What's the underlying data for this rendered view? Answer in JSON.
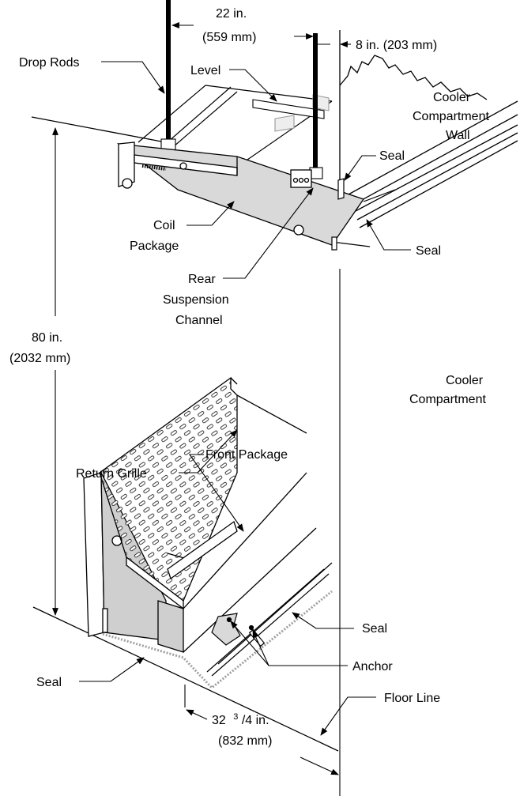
{
  "labels": {
    "drop_rods": "Drop Rods",
    "rod_spacing_in": "22 in.",
    "rod_spacing_mm": "(559 mm)",
    "wall_offset": "8 in. (203 mm)",
    "level": "Level",
    "cooler_wall_1": "Cooler",
    "cooler_wall_2": "Compartment",
    "cooler_wall_3": "Wall",
    "seal_upper": "Seal",
    "seal_rear": "Seal",
    "coil_package_1": "Coil",
    "coil_package_2": "Package",
    "rear_channel_1": "Rear",
    "rear_channel_2": "Suspension",
    "rear_channel_3": "Channel",
    "height_in": "80 in.",
    "height_mm": "(2032 mm)",
    "cooler_compartment_1": "Cooler",
    "cooler_compartment_2": "Compartment",
    "front_package": "Front Package",
    "return_grille": "Return Grille",
    "seal_front_right": "Seal",
    "anchor": "Anchor",
    "seal_front_left": "Seal",
    "floor_line": "Floor Line",
    "depth_in_whole": "32",
    "depth_in_frac_num": "3",
    "depth_in_frac_den": "/4 in.",
    "depth_mm": "(832 mm)"
  },
  "colors": {
    "line": "#000000",
    "panel_fill": "#d9d9d9",
    "panel_dark": "#bdbdbd",
    "seal_dots": "#a0a0a0",
    "background": "#ffffff"
  }
}
